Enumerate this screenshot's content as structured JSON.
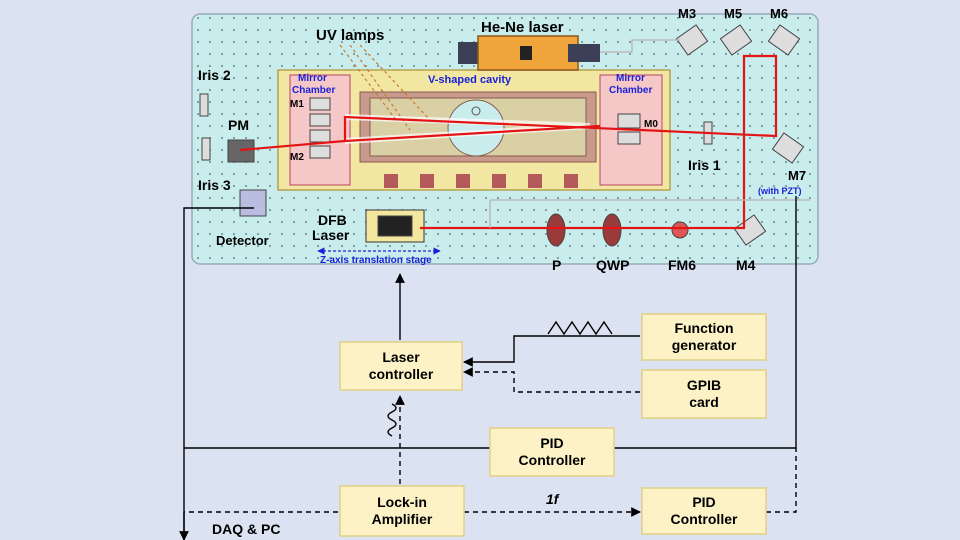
{
  "labels": {
    "uv_lamps": "UV lamps",
    "hene_laser": "He-Ne laser",
    "m3": "M3",
    "m5": "M5",
    "m6": "M6",
    "iris2": "Iris 2",
    "mirror_chamber_left_1": "Mirror",
    "mirror_chamber_left_2": "Chamber",
    "v_cavity": "V-shaped cavity",
    "mirror_chamber_right_1": "Mirror",
    "mirror_chamber_right_2": "Chamber",
    "m1": "M1",
    "m0": "M0",
    "pm": "PM",
    "m2": "M2",
    "iris1": "Iris 1",
    "m7": "M7",
    "m7_note": "(with PZT)",
    "iris3": "Iris 3",
    "dfb_1": "DFB",
    "dfb_2": "Laser",
    "detector": "Detector",
    "z_stage": "Z-axis translation stage",
    "p": "P",
    "qwp": "QWP",
    "fm6": "FM6",
    "m4": "M4",
    "daq": "DAQ & PC",
    "one_f": "1f"
  },
  "boxes": {
    "function_generator": [
      "Function",
      "generator"
    ],
    "laser_controller": [
      "Laser",
      "controller"
    ],
    "gpib_card": [
      "GPIB",
      "card"
    ],
    "pid_controller_1": [
      "PID",
      "Controller"
    ],
    "lockin_amplifier": [
      "Lock-in",
      "Amplifier"
    ],
    "pid_controller_2": [
      "PID",
      "Controller"
    ]
  },
  "colors": {
    "background": "#dbe3f3",
    "table": "#c9ecec",
    "beam": "#e41414",
    "box_fill": "#fdf2c6",
    "chamber": "#f5c7c7",
    "label_blue": "#1a22d8"
  }
}
